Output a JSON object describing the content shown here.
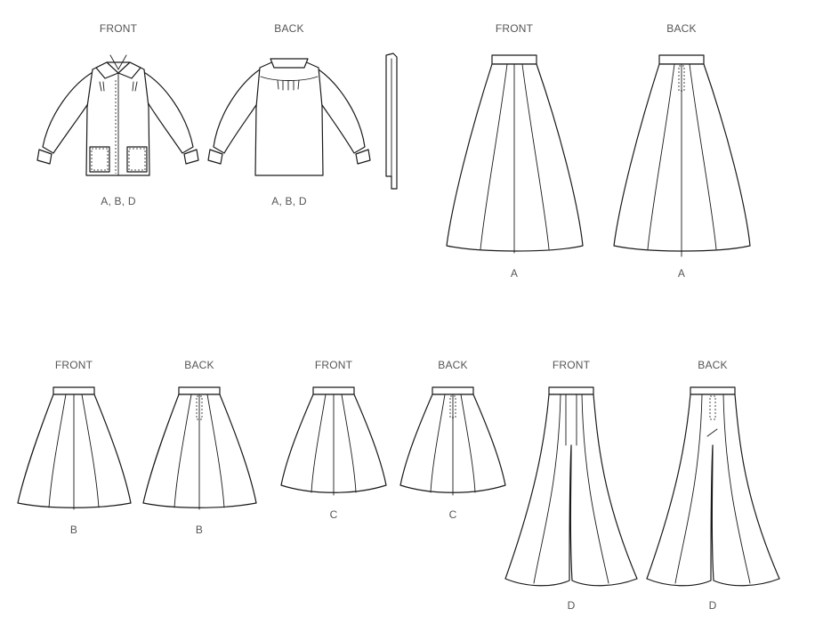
{
  "views": {
    "jacket_front": {
      "heading": "FRONT",
      "caption": "A, B, D"
    },
    "jacket_back": {
      "heading": "BACK",
      "caption": "A, B, D"
    },
    "skirt_a_front": {
      "heading": "FRONT",
      "caption": "A"
    },
    "skirt_a_back": {
      "heading": "BACK",
      "caption": "A"
    },
    "skirt_b_front": {
      "heading": "FRONT",
      "caption": "B"
    },
    "skirt_b_back": {
      "heading": "BACK",
      "caption": "B"
    },
    "skirt_c_front": {
      "heading": "FRONT",
      "caption": "C"
    },
    "skirt_c_back": {
      "heading": "BACK",
      "caption": "C"
    },
    "pants_d_front": {
      "heading": "FRONT",
      "caption": "D"
    },
    "pants_d_back": {
      "heading": "BACK",
      "caption": "D"
    }
  },
  "colors": {
    "line": "#1a1a1a",
    "label": "#555555",
    "fill": "#ffffff"
  }
}
